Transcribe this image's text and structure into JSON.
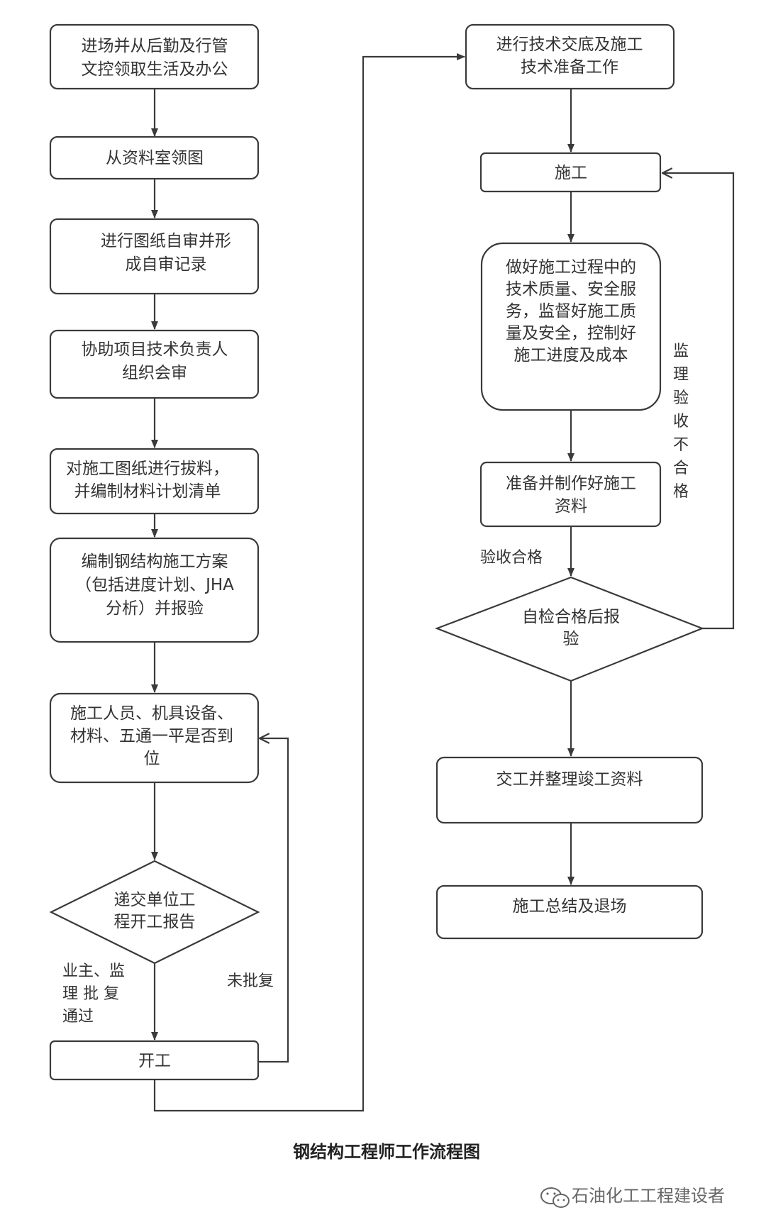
{
  "nodes": {
    "enter_site": [
      "进场并从后勤及行管",
      "文控领取生活及办公"
    ],
    "collect_drawings": [
      "从资料室领图"
    ],
    "self_review": [
      "进行图纸自审并形",
      "成自审记录"
    ],
    "joint_review": [
      "协助项目技术负责人",
      "组织会审"
    ],
    "material_takeoff": [
      "对施工图纸进行拔料，",
      "并编制材料计划清单"
    ],
    "construction_plan": [
      "编制钢结构施工方案",
      "（包括进度计划、JHA",
      "分析）并报验"
    ],
    "readiness_check": [
      "施工人员、机具设备、",
      "材料、五通一平是否到",
      "位"
    ],
    "submit_report": [
      "递交单位工",
      "程开工报告"
    ],
    "start_work": [
      "开工"
    ],
    "tech_briefing": [
      "进行技术交底及施工",
      "技术准备工作"
    ],
    "construction": [
      "施工"
    ],
    "process_control": [
      "做好施工过程中的",
      "技术质量、安全服",
      "务，监督好施工质",
      "量及安全，控制好",
      "施工进度及成本"
    ],
    "prepare_docs": [
      "准备并制作好施工",
      "资料"
    ],
    "self_inspect": [
      "自检合格后报",
      "验"
    ],
    "handover": [
      "交工并整理竣工资料"
    ],
    "summary_exit": [
      "施工总结及退场"
    ]
  },
  "edge_labels": {
    "approved": [
      "业主、监",
      "理 批 复",
      "通过"
    ],
    "not_approved": "未批复",
    "accepted": "验收合格",
    "rejected": [
      "监",
      "理",
      "验",
      "收",
      "不",
      "合",
      "格"
    ]
  },
  "title": "钢结构工程师工作流程图",
  "watermark": "石油化工工程建设者",
  "colors": {
    "stroke": "#3a3a3a",
    "text": "#333333",
    "title": "#222222",
    "watermark": "#666666"
  }
}
